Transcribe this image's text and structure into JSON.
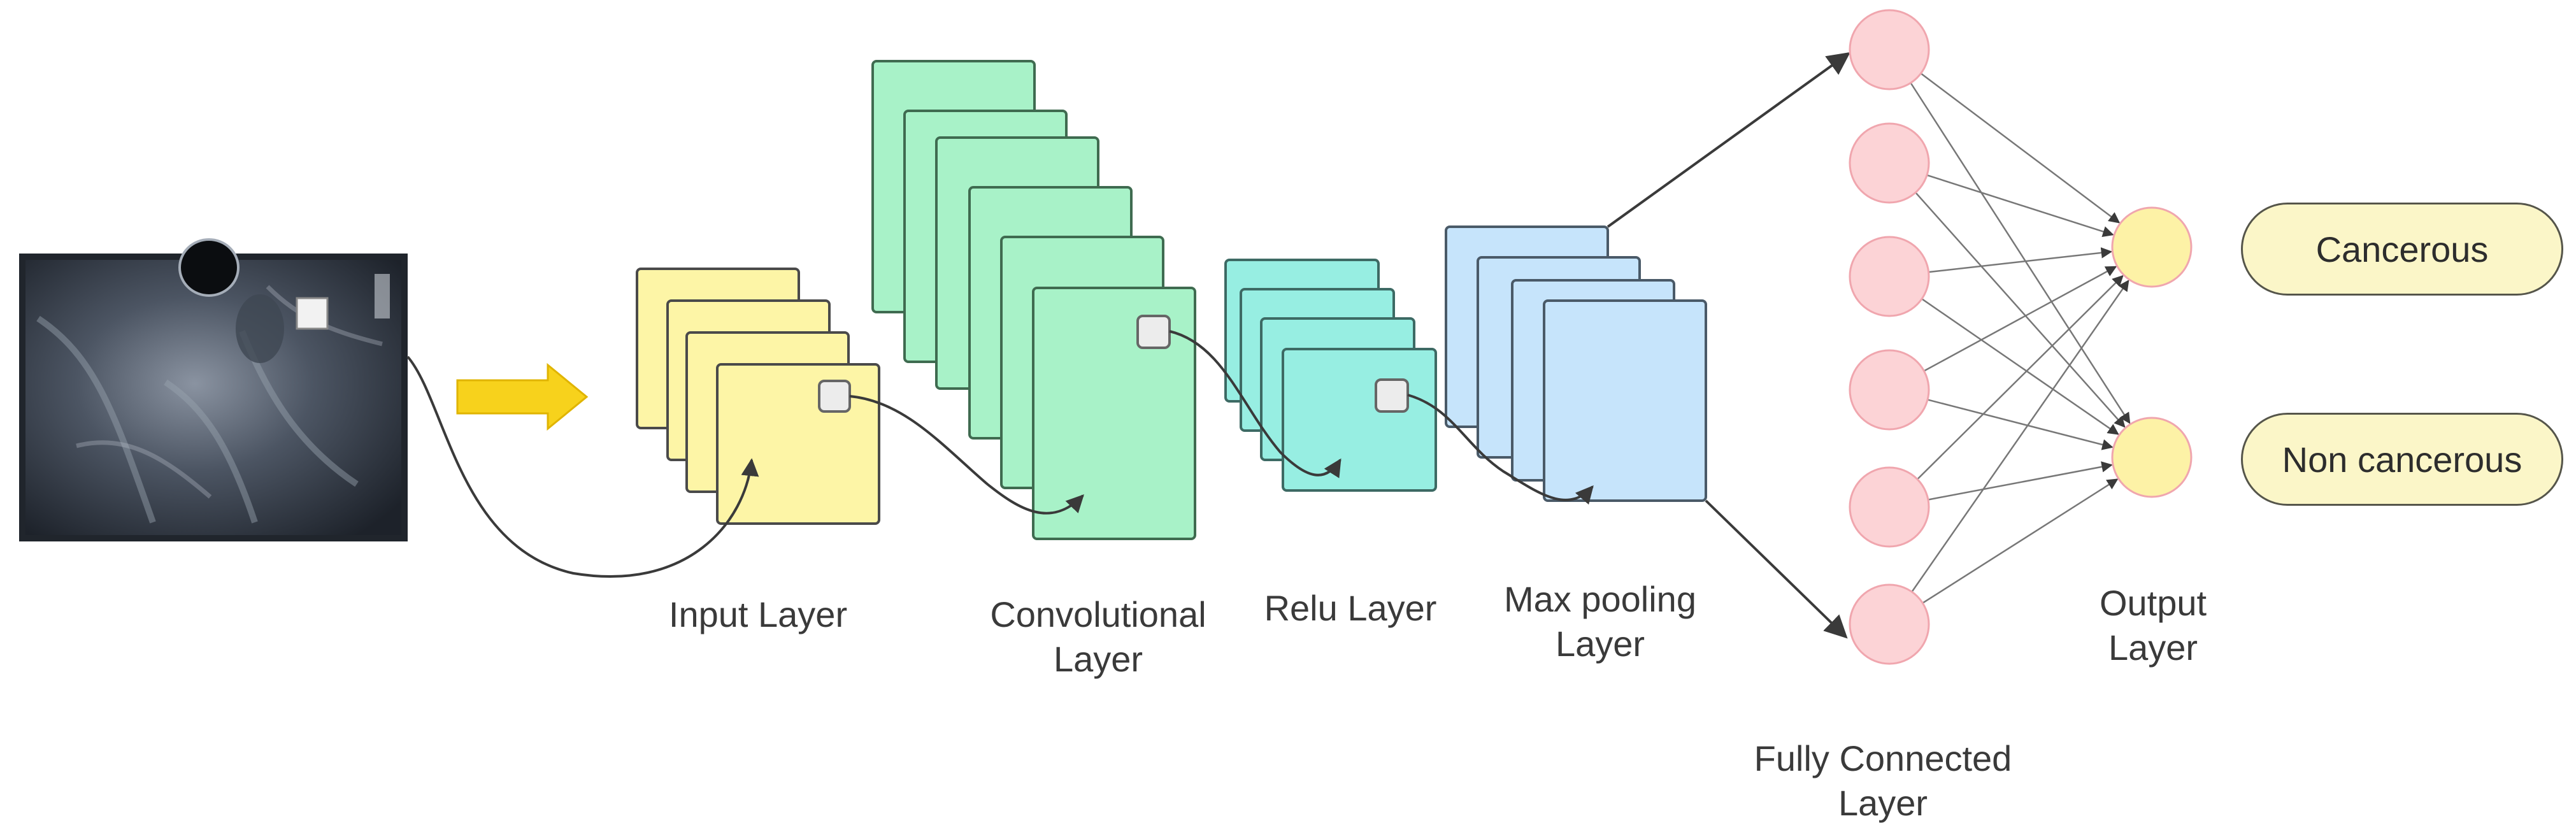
{
  "layers": {
    "input": [
      "Input Layer"
    ],
    "conv": [
      "Convolutional",
      "Layer"
    ],
    "relu": [
      "Relu Layer"
    ],
    "pool": [
      "Max pooling",
      "Layer"
    ],
    "fc": [
      "Fully Connected",
      "Layer"
    ],
    "output": [
      "Output",
      "Layer"
    ]
  },
  "classes": [
    "Cancerous",
    "Non cancerous"
  ],
  "colors": {
    "input": "#fdf5a6",
    "conv": "#a8f2c8",
    "relu": "#97eee2",
    "pool": "#c6e4fb",
    "fc_node": "#fcd3d6",
    "out_node": "#fdf2a6",
    "arrow_fill": "#f7d21c",
    "stroke": "#3a3a3a"
  },
  "icons": {
    "scan": "ultrasound-scan-image",
    "flow": "yellow-right-arrow"
  }
}
